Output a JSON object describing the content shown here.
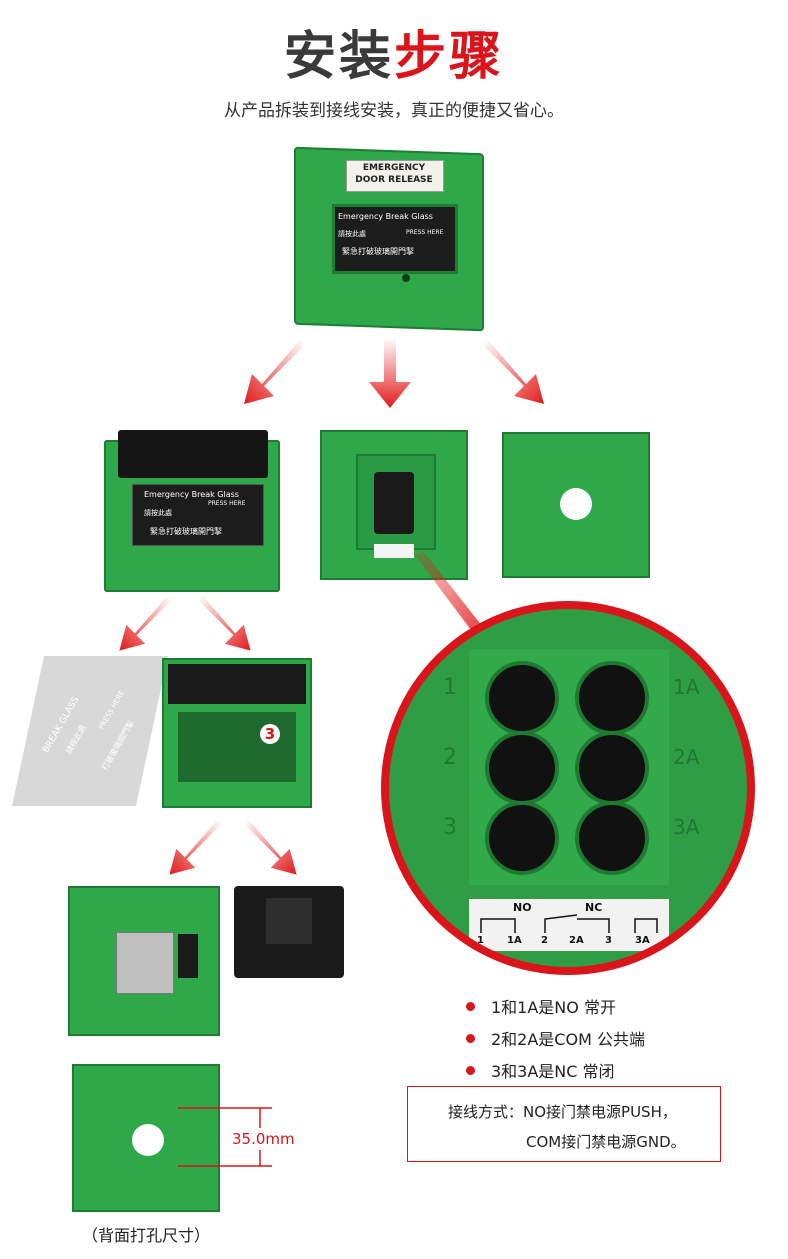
{
  "header": {
    "title_dark": "安装",
    "title_red": "步骤",
    "subtitle": "从产品拆装到接线安装，真正的便捷又省心。"
  },
  "device": {
    "top_label_1": "EMERGENCY",
    "top_label_2": "DOOR RELEASE",
    "glass_en": "Emergency Break Glass",
    "glass_press_cn": "請按此處",
    "glass_press_en": "PRESS HERE",
    "glass_cn": "緊急打破玻璃開門掣"
  },
  "glass_card": {
    "line1": "BREAK   GLASS",
    "line2": "請按此處",
    "line3": "PRESS HERE",
    "line4": "打破玻璃開門掣"
  },
  "step_marker": "3",
  "terminal_zoom": {
    "left_labels": [
      "1",
      "2",
      "3"
    ],
    "right_labels": [
      "1A",
      "2A",
      "3A"
    ],
    "diagram_no": "NO",
    "diagram_nc": "NC",
    "diagram_terms": [
      "1",
      "1A",
      "2",
      "2A",
      "3",
      "3A"
    ]
  },
  "wiring": {
    "items": [
      "1和1A是NO 常开",
      "2和2A是COM  公共端",
      "3和3A是NC  常闭"
    ],
    "method_line1": "接线方式：NO接门禁电源PUSH，",
    "method_line2": "COM接门禁电源GND。"
  },
  "dimension": "35.0mm",
  "caption": "（背面打孔尺寸）"
}
